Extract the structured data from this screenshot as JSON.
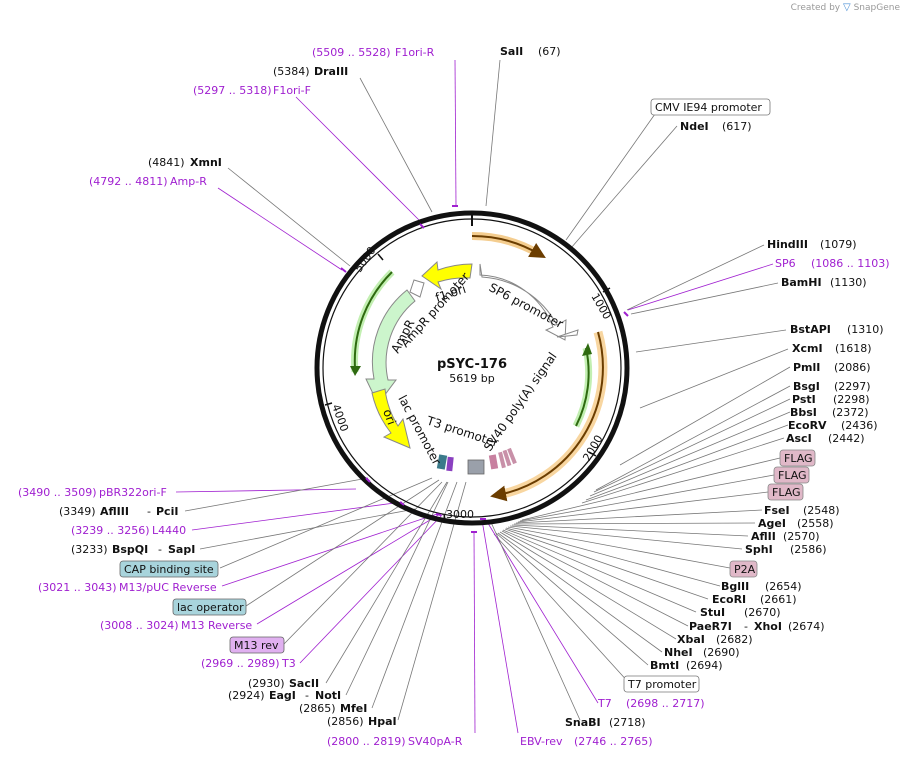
{
  "creator": {
    "prefix": "Created by",
    "brand": "SnapGene"
  },
  "plasmid": {
    "name": "pSYC-176",
    "size": "5619 bp"
  },
  "ticks": [
    "1000",
    "2000",
    "3000",
    "4000",
    "5000"
  ],
  "features": {
    "f1_ori": "f1 ori",
    "ampr_promoter": "AmpR promoter",
    "ampr": "AmpR",
    "sp6_promoter": "SP6 promoter",
    "sv40_polya": "SV40 poly(A) signal",
    "t3_promoter": "T3 promoter",
    "lac_promoter": "lac promoter",
    "ori": "ori"
  },
  "left_labels": [
    {
      "id": "f1ori-r",
      "pos": "(5509 .. 5528)",
      "name": "F1ori-R",
      "kind": "primer"
    },
    {
      "id": "draiii",
      "pos": "(5384)",
      "name": "DraIII",
      "kind": "enzyme"
    },
    {
      "id": "f1ori-f",
      "pos": "(5297 .. 5318)",
      "name": "F1ori-F",
      "kind": "primer"
    },
    {
      "id": "xmni",
      "pos": "(4841)",
      "name": "XmnI",
      "kind": "enzyme"
    },
    {
      "id": "amp-r",
      "pos": "(4792 .. 4811)",
      "name": "Amp-R",
      "kind": "primer"
    },
    {
      "id": "pbr322ori-f",
      "pos": "(3490 .. 3509)",
      "name": "pBR322ori-F",
      "kind": "primer"
    },
    {
      "id": "afliii",
      "pos": "(3349)",
      "name": "AflIII",
      "name2": "PciI",
      "kind": "enzyme2"
    },
    {
      "id": "l4440",
      "pos": "(3239 .. 3256)",
      "name": "L4440",
      "kind": "primer"
    },
    {
      "id": "bspqi",
      "pos": "(3233)",
      "name": "BspQI",
      "name2": "SapI",
      "kind": "enzyme2"
    },
    {
      "id": "m13puc-rev",
      "pos": "(3021 .. 3043)",
      "name": "M13/pUC Reverse",
      "kind": "primer"
    },
    {
      "id": "m13-reverse",
      "pos": "(3008 .. 3024)",
      "name": "M13 Reverse",
      "kind": "primer"
    },
    {
      "id": "t3",
      "pos": "(2969 .. 2989)",
      "name": "T3",
      "kind": "primer"
    },
    {
      "id": "sacii",
      "pos": "(2930)",
      "name": "SacII",
      "kind": "enzyme"
    },
    {
      "id": "eagi",
      "pos": "(2924)",
      "name": "EagI",
      "name2": "NotI",
      "kind": "enzyme2"
    },
    {
      "id": "mfei",
      "pos": "(2865)",
      "name": "MfeI",
      "kind": "enzyme"
    },
    {
      "id": "hpai",
      "pos": "(2856)",
      "name": "HpaI",
      "kind": "enzyme"
    },
    {
      "id": "sv40pa-r",
      "pos": "(2800 .. 2819)",
      "name": "SV40pA-R",
      "kind": "primer"
    }
  ],
  "boxes_left": [
    {
      "id": "cap-binding-site",
      "text": "CAP binding site",
      "color": "#a8d4dc"
    },
    {
      "id": "lac-operator",
      "text": "lac operator",
      "color": "#a8d4dc"
    },
    {
      "id": "m13-rev-box",
      "text": "M13 rev",
      "color": "#e0b0f0"
    }
  ],
  "right_labels": [
    {
      "id": "sali",
      "name": "SalI",
      "pos": "(67)",
      "kind": "enzyme"
    },
    {
      "id": "ndei",
      "name": "NdeI",
      "pos": "(617)",
      "kind": "enzyme"
    },
    {
      "id": "hindiii",
      "name": "HindIII",
      "pos": "(1079)",
      "kind": "enzyme"
    },
    {
      "id": "sp6",
      "name": "SP6",
      "pos": "(1086 .. 1103)",
      "kind": "primer"
    },
    {
      "id": "bamhi",
      "name": "BamHI",
      "pos": "(1130)",
      "kind": "enzyme"
    },
    {
      "id": "bstapi",
      "name": "BstAPI",
      "pos": "(1310)",
      "kind": "enzyme"
    },
    {
      "id": "xcmi",
      "name": "XcmI",
      "pos": "(1618)",
      "kind": "enzyme"
    },
    {
      "id": "pmli",
      "name": "PmlI",
      "pos": "(2086)",
      "kind": "enzyme"
    },
    {
      "id": "bsgi",
      "name": "BsgI",
      "pos": "(2297)",
      "kind": "enzyme"
    },
    {
      "id": "psti",
      "name": "PstI",
      "pos": "(2298)",
      "kind": "enzyme"
    },
    {
      "id": "bbsi",
      "name": "BbsI",
      "pos": "(2372)",
      "kind": "enzyme"
    },
    {
      "id": "ecorv",
      "name": "EcoRV",
      "pos": "(2436)",
      "kind": "enzyme"
    },
    {
      "id": "asci",
      "name": "AscI",
      "pos": "(2442)",
      "kind": "enzyme"
    },
    {
      "id": "fsei",
      "name": "FseI",
      "pos": "(2548)",
      "kind": "enzyme"
    },
    {
      "id": "agei",
      "name": "AgeI",
      "pos": "(2558)",
      "kind": "enzyme"
    },
    {
      "id": "aflii",
      "name": "AflII",
      "pos": "(2570)",
      "kind": "enzyme"
    },
    {
      "id": "sphi",
      "name": "SphI",
      "pos": "(2586)",
      "kind": "enzyme"
    },
    {
      "id": "bglii",
      "name": "BglII",
      "pos": "(2654)",
      "kind": "enzyme"
    },
    {
      "id": "ecori",
      "name": "EcoRI",
      "pos": "(2661)",
      "kind": "enzyme"
    },
    {
      "id": "stui",
      "name": "StuI",
      "pos": "(2670)",
      "kind": "enzyme"
    },
    {
      "id": "paer7i",
      "name": "PaeR7I",
      "name2": "XhoI",
      "pos": "(2674)",
      "kind": "enzyme2"
    },
    {
      "id": "xbai",
      "name": "XbaI",
      "pos": "(2682)",
      "kind": "enzyme"
    },
    {
      "id": "nhei",
      "name": "NheI",
      "pos": "(2690)",
      "kind": "enzyme"
    },
    {
      "id": "bmti",
      "name": "BmtI",
      "pos": "(2694)",
      "kind": "enzyme"
    },
    {
      "id": "t7",
      "name": "T7",
      "pos": "(2698 .. 2717)",
      "kind": "primer"
    },
    {
      "id": "snabi",
      "name": "SnaBI",
      "pos": "(2718)",
      "kind": "enzyme"
    },
    {
      "id": "ebv-rev",
      "name": "EBV-rev",
      "pos": "(2746 .. 2765)",
      "kind": "primer"
    }
  ],
  "boxes_right": [
    {
      "id": "cmv-ie94-promoter",
      "text": "CMV IE94 promoter",
      "color": "#ffffff"
    },
    {
      "id": "flag-1",
      "text": "FLAG",
      "color": "#e0b8c8"
    },
    {
      "id": "flag-2",
      "text": "FLAG",
      "color": "#e0b8c8"
    },
    {
      "id": "flag-3",
      "text": "FLAG",
      "color": "#e0b8c8"
    },
    {
      "id": "p2a",
      "text": "P2A",
      "color": "#e0b8c8"
    },
    {
      "id": "t7-promoter",
      "text": "T7 promoter",
      "color": "#ffffff"
    }
  ],
  "colors": {
    "primer": "#a020d0",
    "enzyme": "#111111",
    "ring": "#111111"
  }
}
